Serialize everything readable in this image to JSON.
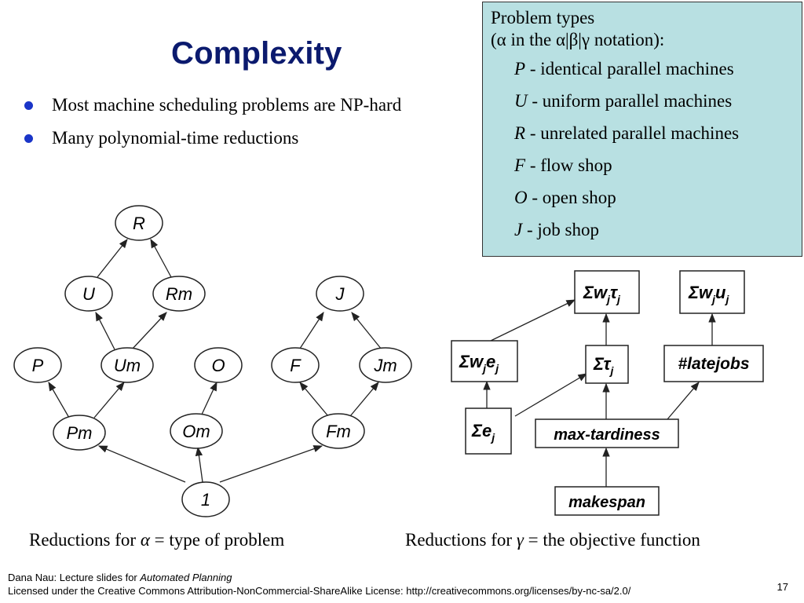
{
  "slide": {
    "title": "Complexity",
    "bullets": [
      "Most machine scheduling problems are NP-hard",
      "Many polynomial-time reductions"
    ],
    "page_number": "17"
  },
  "problem_types": {
    "heading_line1": "Problem types",
    "heading_line2": "(α in the α|β|γ  notation):",
    "items": [
      {
        "code": "P",
        "desc": " - identical parallel machines"
      },
      {
        "code": "U",
        "desc": " - uniform parallel machines"
      },
      {
        "code": "R",
        "desc": " - unrelated parallel machines"
      },
      {
        "code": "F",
        "desc": " - flow shop"
      },
      {
        "code": "O",
        "desc": " - open shop"
      },
      {
        "code": "J",
        "desc": "  - job shop"
      }
    ]
  },
  "alpha_graph": {
    "nodes": {
      "R": "R",
      "U": "U",
      "Rm": "Rm",
      "J": "J",
      "P": "P",
      "Um": "Um",
      "O": "O",
      "F": "F",
      "Jm": "Jm",
      "Pm": "Pm",
      "Om": "Om",
      "Fm": "Fm",
      "one": "1"
    }
  },
  "gamma_graph": {
    "nodes": {
      "sum_wj_tj": {
        "base": "Σw",
        "sub1": "j",
        "mid": "τ",
        "sub2": "j"
      },
      "sum_wj_uj": {
        "base": "Σw",
        "sub1": "j",
        "mid": "u",
        "sub2": "j"
      },
      "sum_wj_ej": {
        "base": "Σw",
        "sub1": "j",
        "mid": "e",
        "sub2": "j"
      },
      "sum_tj": {
        "base": "Στ",
        "sub": "j"
      },
      "latejobs": "#latejobs",
      "sum_ej": {
        "base": "Σe",
        "sub": "j"
      },
      "max_tardiness": "max-tardiness",
      "makespan": "makespan"
    }
  },
  "captions": {
    "left_prefix": "Reductions for ",
    "left_symbol": "α",
    "left_suffix": " = type of problem",
    "right_prefix": "Reductions for ",
    "right_symbol": "γ",
    "right_suffix": " = the objective function"
  },
  "footer": {
    "line1_prefix": "Dana Nau: Lecture slides for ",
    "line1_italic": "Automated Planning",
    "line2": "Licensed under the Creative Commons Attribution-NonCommercial-ShareAlike License: http://creativecommons.org/licenses/by-nc-sa/2.0/"
  }
}
